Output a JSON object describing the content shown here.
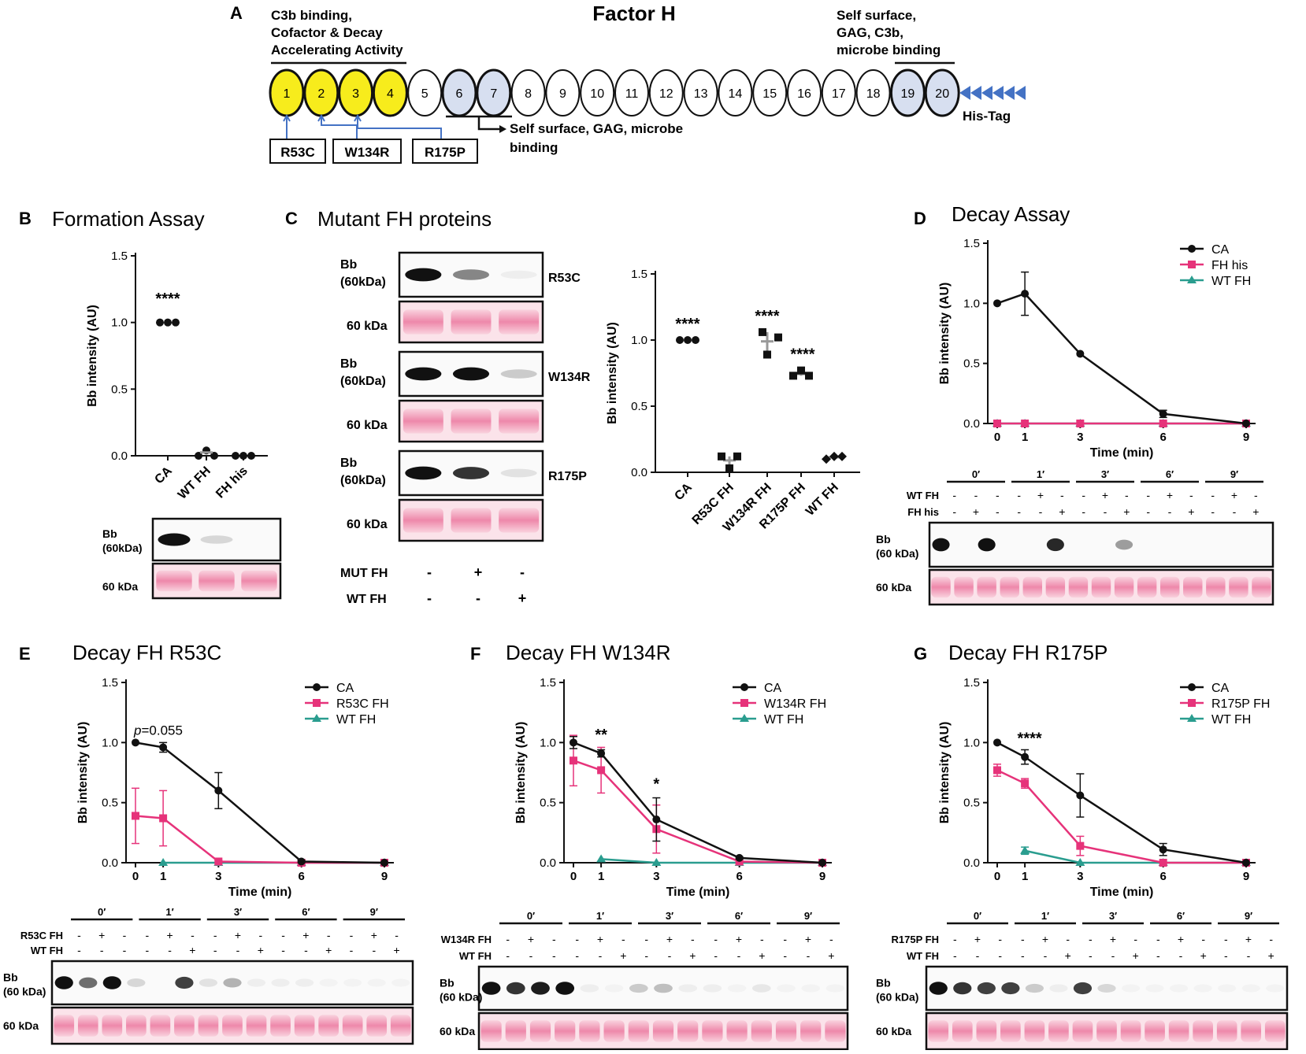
{
  "colors": {
    "ca": "#111111",
    "pink": "#e6337a",
    "teal": "#2a9d8f",
    "yellow": "#f7ec1c",
    "lightblue": "#d7dff0",
    "arrow": "#4472c4",
    "stain": "#f4b1c7",
    "stainDark": "#e8769c"
  },
  "panelA": {
    "letter": "A",
    "title": "Factor H",
    "leftHeader": [
      "C3b binding,",
      "Cofactor & Decay",
      "Accelerating Activity"
    ],
    "rightHeader": [
      "Self surface,",
      "GAG, C3b,",
      "microbe binding"
    ],
    "sccps": [
      "1",
      "2",
      "3",
      "4",
      "5",
      "6",
      "7",
      "8",
      "9",
      "10",
      "11",
      "12",
      "13",
      "14",
      "15",
      "16",
      "17",
      "18",
      "19",
      "20"
    ],
    "mutations": [
      "R53C",
      "W134R",
      "R175P"
    ],
    "midLabel": [
      "Self surface, GAG, microbe",
      "binding"
    ],
    "tag": "His-Tag"
  },
  "panelB": {
    "letter": "B",
    "title": "Formation Assay",
    "ylabel": "Bb intensity (AU)",
    "yticks": [
      "0.0",
      "0.5",
      "1.0",
      "1.5"
    ],
    "categories": [
      "CA",
      "WT FH",
      "FH his"
    ],
    "sig": "****",
    "blotBb": "Bb",
    "blotBbSize": "(60kDa)",
    "blotLoad": "60 kDa"
  },
  "panelC": {
    "letter": "C",
    "title": "Mutant FH proteins",
    "blots": [
      {
        "top": "Bb",
        "size": "(60kDa)",
        "name": "R53C",
        "load": "60 kDa"
      },
      {
        "top": "Bb",
        "size": "(60kDa)",
        "name": "W134R",
        "load": "60 kDa"
      },
      {
        "top": "Bb",
        "size": "(60kDa)",
        "name": "R175P",
        "load": "60 kDa"
      }
    ],
    "rows": [
      {
        "label": "MUT FH",
        "signs": [
          "-",
          "+",
          "-"
        ]
      },
      {
        "label": "WT FH",
        "signs": [
          "-",
          "-",
          "+"
        ]
      }
    ],
    "ylabel": "Bb intensity (AU)",
    "yticks": [
      "0.0",
      "0.5",
      "1.0",
      "1.5"
    ],
    "categories": [
      "CA",
      "R53C FH",
      "W134R FH",
      "R175P FH",
      "WT FH"
    ],
    "sigs": [
      "****",
      "",
      "****",
      "****",
      ""
    ]
  },
  "panelD": {
    "letter": "D",
    "title": "Decay Assay",
    "ylabel": "Bb intensity (AU)",
    "xlabel": "Time (min)",
    "yticks": [
      "0.0",
      "0.5",
      "1.0",
      "1.5"
    ],
    "xticks": [
      "0",
      "1",
      "3",
      "6",
      "9"
    ],
    "legend": [
      "CA",
      "FH his",
      "WT FH"
    ],
    "times": [
      "0′",
      "1′",
      "3′",
      "6′",
      "9′"
    ],
    "rowLabels": [
      "WT FH",
      "FH his"
    ],
    "rowA": [
      "-",
      "-",
      "-",
      "-",
      "+",
      "-",
      "-",
      "+",
      "-",
      "-",
      "+",
      "-",
      "-",
      "+",
      "-"
    ],
    "rowB": [
      "-",
      "+",
      "-",
      "-",
      "-",
      "+",
      "-",
      "-",
      "+",
      "-",
      "-",
      "+",
      "-",
      "-",
      "+"
    ],
    "blotBb": "Bb",
    "blotBbSize": "(60 kDa)",
    "blotLoad": "60 kDa"
  },
  "panelE": {
    "letter": "E",
    "title": "Decay FH R53C",
    "ylabel": "Bb intensity (AU)",
    "xlabel": "Time (min)",
    "yticks": [
      "0.0",
      "0.5",
      "1.0",
      "1.5"
    ],
    "xticks": [
      "0",
      "1",
      "3",
      "6",
      "9"
    ],
    "legend": [
      "CA",
      "R53C FH",
      "WT FH"
    ],
    "pnote_p": "p",
    "pnote_val": "=0.055",
    "times": [
      "0′",
      "1′",
      "3′",
      "6′",
      "9′"
    ],
    "rowLabels": [
      "R53C FH",
      "WT FH"
    ],
    "rowA": [
      "-",
      "+",
      "-",
      "-",
      "+",
      "-",
      "-",
      "+",
      "-",
      "-",
      "+",
      "-",
      "-",
      "+",
      "-"
    ],
    "rowB": [
      "-",
      "-",
      "-",
      "-",
      "-",
      "+",
      "-",
      "-",
      "+",
      "-",
      "-",
      "+",
      "-",
      "-",
      "+"
    ],
    "blotBb": "Bb",
    "blotBbSize": "(60 kDa)",
    "blotLoad": "60 kDa"
  },
  "panelF": {
    "letter": "F",
    "title": "Decay FH W134R",
    "ylabel": "Bb intensity (AU)",
    "xlabel": "Time (min)",
    "yticks": [
      "0.0",
      "0.5",
      "1.0",
      "1.5"
    ],
    "xticks": [
      "0",
      "1",
      "3",
      "6",
      "9"
    ],
    "legend": [
      "CA",
      "W134R FH",
      "WT FH"
    ],
    "sig1": "**",
    "sig3": "*",
    "times": [
      "0′",
      "1′",
      "3′",
      "6′",
      "9′"
    ],
    "rowLabels": [
      "W134R FH",
      "WT FH"
    ],
    "rowA": [
      "-",
      "+",
      "-",
      "-",
      "+",
      "-",
      "-",
      "+",
      "-",
      "-",
      "+",
      "-",
      "-",
      "+",
      "-"
    ],
    "rowB": [
      "-",
      "-",
      "-",
      "-",
      "-",
      "+",
      "-",
      "-",
      "+",
      "-",
      "-",
      "+",
      "-",
      "-",
      "+"
    ],
    "blotBb": "Bb",
    "blotBbSize": "(60 kDa)",
    "blotLoad": "60 kDa"
  },
  "panelG": {
    "letter": "G",
    "title": "Decay FH R175P",
    "ylabel": "Bb intensity (AU)",
    "xlabel": "Time (min)",
    "yticks": [
      "0.0",
      "0.5",
      "1.0",
      "1.5"
    ],
    "xticks": [
      "0",
      "1",
      "3",
      "6",
      "9"
    ],
    "legend": [
      "CA",
      "R175P FH",
      "WT FH"
    ],
    "sig1": "****",
    "times": [
      "0′",
      "1′",
      "3′",
      "6′",
      "9′"
    ],
    "rowLabels": [
      "R175P FH",
      "WT FH"
    ],
    "rowA": [
      "-",
      "+",
      "-",
      "-",
      "+",
      "-",
      "-",
      "+",
      "-",
      "-",
      "+",
      "-",
      "-",
      "+",
      "-"
    ],
    "rowB": [
      "-",
      "-",
      "-",
      "-",
      "-",
      "+",
      "-",
      "-",
      "+",
      "-",
      "-",
      "+",
      "-",
      "-",
      "+"
    ],
    "blotBb": "Bb",
    "blotBbSize": "(60 kDa)",
    "blotLoad": "60 kDa"
  },
  "chart_data": [
    {
      "panel": "B",
      "type": "scatter",
      "categories": [
        "CA",
        "WT FH",
        "FH his"
      ],
      "points": [
        [
          1.0,
          1.0,
          1.0
        ],
        [
          0.0,
          0.04,
          0.0
        ],
        [
          0.0,
          0.0,
          0.0
        ]
      ],
      "ylabel": "Bb intensity (AU)",
      "ylim": [
        0,
        1.5
      ]
    },
    {
      "panel": "C",
      "type": "scatter",
      "categories": [
        "CA",
        "R53C FH",
        "W134R FH",
        "R175P FH",
        "WT FH"
      ],
      "points": [
        [
          1.0,
          1.0,
          1.0
        ],
        [
          0.12,
          0.03,
          0.12
        ],
        [
          1.06,
          0.89,
          1.02
        ],
        [
          0.73,
          0.77,
          0.73
        ],
        [
          0.1,
          0.12,
          0.12
        ]
      ],
      "ylabel": "Bb intensity (AU)",
      "ylim": [
        0,
        1.5
      ]
    },
    {
      "panel": "D",
      "type": "line",
      "x": [
        0,
        1,
        3,
        6,
        9
      ],
      "xlabel": "Time (min)",
      "ylabel": "Bb intensity (AU)",
      "ylim": [
        0,
        1.5
      ],
      "series": [
        {
          "name": "CA",
          "values": [
            1.0,
            1.08,
            0.58,
            0.08,
            0.0
          ],
          "err": [
            0,
            0.18,
            0,
            0.03,
            0
          ]
        },
        {
          "name": "FH his",
          "values": [
            0,
            0,
            0,
            0,
            0
          ],
          "err": [
            0,
            0,
            0,
            0,
            0
          ]
        },
        {
          "name": "WT FH",
          "values": [
            0,
            0,
            0,
            0,
            0
          ],
          "err": [
            0,
            0,
            0,
            0,
            0
          ]
        }
      ]
    },
    {
      "panel": "E",
      "type": "line",
      "x": [
        0,
        1,
        3,
        6,
        9
      ],
      "xlabel": "Time (min)",
      "ylabel": "Bb intensity (AU)",
      "ylim": [
        0,
        1.5
      ],
      "series": [
        {
          "name": "CA",
          "values": [
            1.0,
            0.96,
            0.6,
            0.01,
            0.0
          ],
          "err": [
            0,
            0.04,
            0.15,
            0.01,
            0
          ]
        },
        {
          "name": "R53C FH",
          "values": [
            0.39,
            0.37,
            0.01,
            0.0,
            0.0
          ],
          "err": [
            0.23,
            0.23,
            0.01,
            0,
            0
          ]
        },
        {
          "name": "WT FH",
          "values": [
            null,
            0.0,
            0.0,
            0.0,
            0.0
          ],
          "err": [
            0,
            0,
            0,
            0,
            0
          ]
        }
      ]
    },
    {
      "panel": "F",
      "type": "line",
      "x": [
        0,
        1,
        3,
        6,
        9
      ],
      "xlabel": "Time (min)",
      "ylabel": "Bb intensity (AU)",
      "ylim": [
        0,
        1.5
      ],
      "series": [
        {
          "name": "CA",
          "values": [
            1.0,
            0.91,
            0.36,
            0.04,
            0.0
          ],
          "err": [
            0.05,
            0.03,
            0.18,
            0.01,
            0
          ]
        },
        {
          "name": "W134R FH",
          "values": [
            0.85,
            0.77,
            0.28,
            0.01,
            0.0
          ],
          "err": [
            0.21,
            0.19,
            0.2,
            0.01,
            0
          ]
        },
        {
          "name": "WT FH",
          "values": [
            null,
            0.03,
            0.0,
            0.0,
            0.0
          ],
          "err": [
            0,
            0,
            0,
            0,
            0
          ]
        }
      ]
    },
    {
      "panel": "G",
      "type": "line",
      "x": [
        0,
        1,
        3,
        6,
        9
      ],
      "xlabel": "Time (min)",
      "ylabel": "Bb intensity (AU)",
      "ylim": [
        0,
        1.5
      ],
      "series": [
        {
          "name": "CA",
          "values": [
            1.0,
            0.88,
            0.56,
            0.11,
            0.0
          ],
          "err": [
            0,
            0.06,
            0.18,
            0.05,
            0
          ]
        },
        {
          "name": "R175P FH",
          "values": [
            0.77,
            0.66,
            0.14,
            0.0,
            0.0
          ],
          "err": [
            0.05,
            0.04,
            0.08,
            0,
            0
          ]
        },
        {
          "name": "WT FH",
          "values": [
            null,
            0.1,
            0.0,
            0.0,
            0.0
          ],
          "err": [
            0,
            0.03,
            0,
            0,
            0
          ]
        }
      ]
    }
  ]
}
